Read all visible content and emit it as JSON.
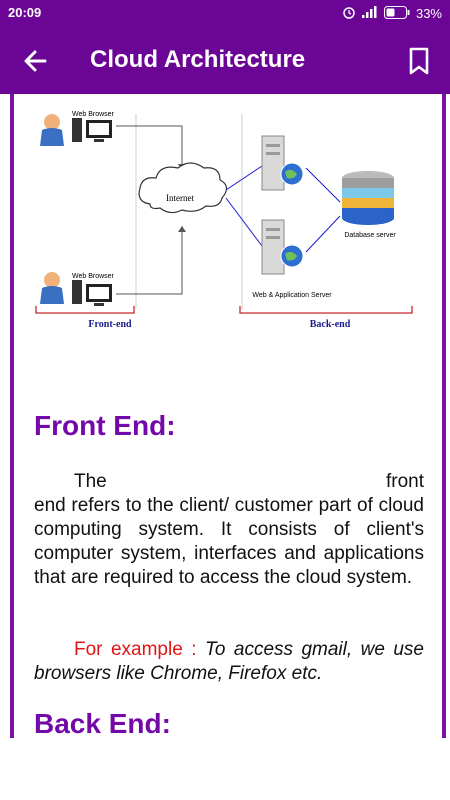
{
  "status": {
    "time": "20:09",
    "battery": "33%"
  },
  "appbar": {
    "title": "Cloud Architecture"
  },
  "diagram": {
    "browser1": "Web Browser",
    "browser2": "Web Browser",
    "internet": "Internet",
    "server_label": "Web & Application Server",
    "db_label": "Database server",
    "frontend": "Front-end",
    "backend": "Back-end"
  },
  "front": {
    "heading": "Front End:",
    "line1_left": "The",
    "line1_right": "front",
    "body": "end refers to the client/ customer part of cloud computing system. It consists of client's computer system, interfaces and applications that are required to access the cloud system.",
    "example_label": "For example : ",
    "example_text": "To access gmail, we use browsers like Chrome, Firefox etc."
  },
  "back": {
    "heading": "Back End:"
  }
}
